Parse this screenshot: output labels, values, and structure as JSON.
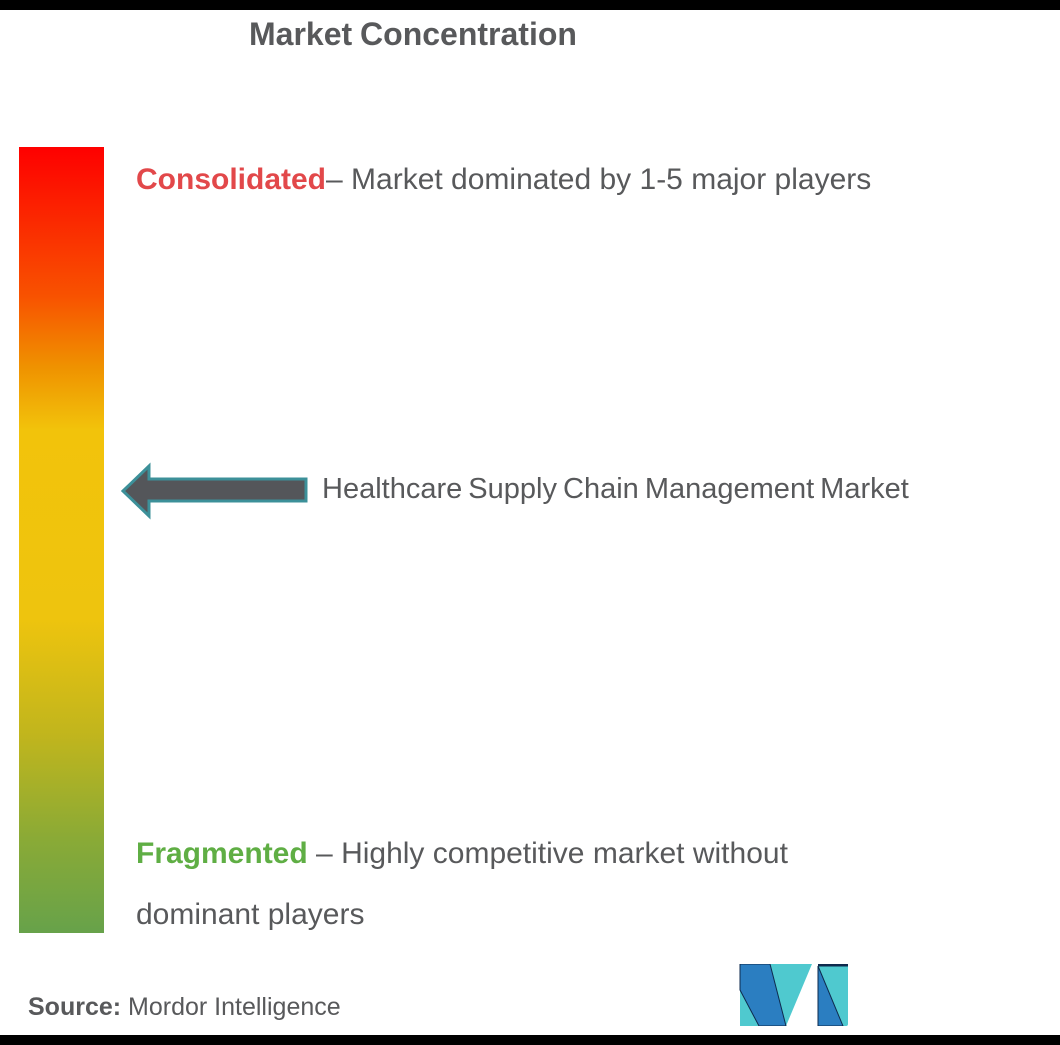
{
  "page": {
    "background_color": "#ffffff",
    "frame_bar_color": "#000000"
  },
  "title": {
    "text": "Market Concentration",
    "color": "#58595b"
  },
  "scale_bar": {
    "orientation": "vertical",
    "gradient_colors": {
      "top": "#fe0000",
      "upper_middle": "#f85200",
      "middle": "#f2c30b",
      "lower_middle": "#c0b51d",
      "bottom": "#67a24a"
    }
  },
  "consolidated": {
    "term": "Consolidated",
    "term_color": "#e2484a",
    "description": "– Market dominated by 1-5 major players"
  },
  "fragmented": {
    "term": "Fragmented",
    "term_color": "#5fae44",
    "description": "– Highly competitive market without dominant players"
  },
  "marker": {
    "label": "Healthcare Supply Chain Management Market",
    "arrow_fill": "#54565a",
    "arrow_border": "#3c9099",
    "points_at": "gradient-bar"
  },
  "source": {
    "label": "Source:",
    "value": "Mordor Intelligence"
  },
  "logo": {
    "name": "mordor-intelligence-logo",
    "teal": "#4fc9cf",
    "blue": "#2b7ec1",
    "navy": "#0e2a4d"
  },
  "chart_data": {
    "type": "gradient-scale",
    "title": "Market Concentration",
    "orientation": "vertical",
    "scale_ends": [
      {
        "position": "top",
        "label": "Consolidated",
        "description": "Market dominated by 1-5 major players",
        "color": "#fe0000"
      },
      {
        "position": "bottom",
        "label": "Fragmented",
        "description": "Highly competitive market without dominant players",
        "color": "#67a24a"
      }
    ],
    "gradient_stops": [
      "#fe0000",
      "#f85200",
      "#ef9200",
      "#f2c30b",
      "#c0b51d",
      "#8aaa36",
      "#67a24a"
    ],
    "marker": {
      "label": "Healthcare Supply Chain Management Market",
      "position_fraction_from_top": 0.44
    },
    "source": "Mordor Intelligence"
  }
}
